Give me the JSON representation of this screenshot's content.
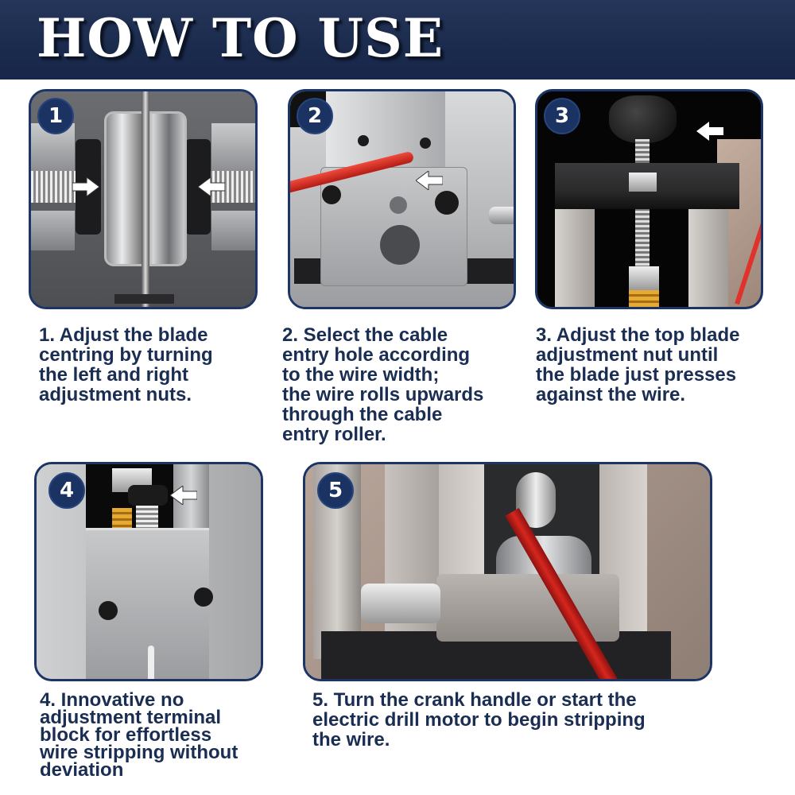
{
  "header": {
    "title": "HOW TO USE",
    "background_color": "#1b2b4d",
    "text_color": "#ffffff"
  },
  "accent_color": "#1c3566",
  "caption_color": "#1a2d52",
  "steps": [
    {
      "number": "1",
      "caption": "1. Adjust the blade\ncentring by turning\nthe left and right\nadjustment nuts.",
      "image": "blade-centring-nuts-closeup",
      "icons": [
        "arrow-right-icon",
        "arrow-left-icon"
      ]
    },
    {
      "number": "2",
      "caption": "2. Select the cable\nentry hole according\nto the wire width;\nthe wire rolls upwards\nthrough the cable\nentry roller.",
      "image": "cable-entry-hole-with-red-wire",
      "icons": [
        "arrow-left-icon"
      ]
    },
    {
      "number": "3",
      "caption": "3. Adjust the top blade\nadjustment nut until\nthe blade just presses\nagainst the wire.",
      "image": "top-knob-adjustment-screw",
      "icons": [
        "arrow-left-icon"
      ]
    },
    {
      "number": "4",
      "caption": "4. Innovative no\nadjustment terminal\nblock for effortless\nwire stripping without\ndeviation",
      "image": "terminal-block-knurled-nut",
      "icons": [
        "arrow-left-icon"
      ]
    },
    {
      "number": "5",
      "caption": "5. Turn the crank handle or start the\nelectric drill motor to begin stripping\nthe wire.",
      "image": "crank-handle-stripping-red-wire",
      "icons": []
    }
  ]
}
